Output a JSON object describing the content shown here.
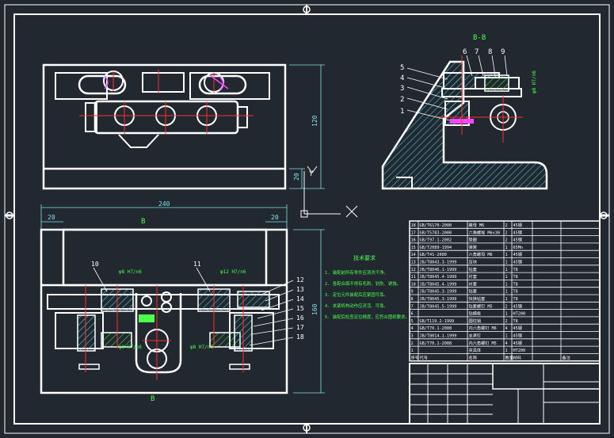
{
  "drawing": {
    "section_label": "B-B",
    "view_marks": {
      "top_left": "B",
      "bottom_left": "B"
    },
    "dimensions": {
      "overall_width": "240",
      "left_margin": "20",
      "right_margin": "20",
      "top_view_height": "120",
      "top_view_offset": "20",
      "front_view_height": "160"
    },
    "fits": {
      "left_fit_top": "φ8 H7/n6",
      "left_fit_bottom": "φ8 H7/n6",
      "right_fit_top": "φ12 H7/n6",
      "right_fit_bottom": "φ8 H7/n6"
    },
    "callouts_section": [
      "1",
      "2",
      "3",
      "4",
      "5",
      "6",
      "7",
      "8",
      "9"
    ],
    "callouts_front_left": [
      "10"
    ],
    "callouts_front_mid": [
      "11"
    ],
    "callouts_front_right": [
      "12",
      "13",
      "14",
      "15",
      "16",
      "17",
      "18"
    ],
    "tech_requirements_title": "技术要求",
    "tech_requirements": [
      "1. 装配前所有零件应清洗干净。",
      "2. 各配合面不得有毛刺、划伤、锈蚀。",
      "3. 定位元件装配后应紧固可靠。",
      "4. 夹紧机构动作应灵活、可靠。",
      "5. 装配后检查定位精度，应符合图纸要求。"
    ],
    "axis_labels": {
      "y": "Y",
      "x": "X"
    }
  },
  "bom": {
    "rows": [
      {
        "no": "18",
        "code": "GB/T6170-2000",
        "name": "螺母 M6",
        "qty": "2",
        "mat": "45钢"
      },
      {
        "no": "17",
        "code": "GB/T5783-2000",
        "name": "六角螺栓 M6x30",
        "qty": "2",
        "mat": "45钢"
      },
      {
        "no": "16",
        "code": "GB/T97.1-2002",
        "name": "垫圈",
        "qty": "2",
        "mat": "45钢"
      },
      {
        "no": "15",
        "code": "GB/T2089-1994",
        "name": "弹簧",
        "qty": "1",
        "mat": "65Mn"
      },
      {
        "no": "14",
        "code": "GB/T41-2000",
        "name": "六角螺母 M6",
        "qty": "1",
        "mat": "45钢"
      },
      {
        "no": "13",
        "code": "JB/T8043.3-1999",
        "name": "压块",
        "qty": "1",
        "mat": "45钢"
      },
      {
        "no": "12",
        "code": "JB/T8046.1-1999",
        "name": "钻套",
        "qty": "1",
        "mat": "T8"
      },
      {
        "no": "11",
        "code": "JB/T8045.4-1999",
        "name": "衬套",
        "qty": "1",
        "mat": "T8"
      },
      {
        "no": "10",
        "code": "JB/T8045.4-1999",
        "name": "衬套",
        "qty": "1",
        "mat": "T8"
      },
      {
        "no": "9",
        "code": "JB/T8045.3-1999",
        "name": "钻套",
        "qty": "1",
        "mat": "T8"
      },
      {
        "no": "8",
        "code": "JB/T8045.3-1999",
        "name": "快换钻套",
        "qty": "1",
        "mat": "T8"
      },
      {
        "no": "7",
        "code": "JB/T8045.5-1999",
        "name": "钻套螺钉 M5",
        "qty": "2",
        "mat": "45钢"
      },
      {
        "no": "6",
        "code": "",
        "name": "钻模板",
        "qty": "1",
        "mat": "HT200"
      },
      {
        "no": "5",
        "code": "GB/T119.2-1999",
        "name": "圆柱销",
        "qty": "2",
        "mat": "T8"
      },
      {
        "no": "4",
        "code": "GB/T70.1-2008",
        "name": "内六角螺钉 M6",
        "qty": "4",
        "mat": "45钢"
      },
      {
        "no": "3",
        "code": "JB/T8014.1-1999",
        "name": "支承钉",
        "qty": "1",
        "mat": "45钢"
      },
      {
        "no": "2",
        "code": "GB/T70.1-2008",
        "name": "内六角螺钉 M5",
        "qty": "4",
        "mat": "45钢"
      },
      {
        "no": "1",
        "code": "",
        "name": "夹具体",
        "qty": "1",
        "mat": "HT200"
      }
    ],
    "header": {
      "no": "序号",
      "code": "代号",
      "name": "名称",
      "qty": "数量",
      "mat": "材料",
      "note": "备注"
    }
  },
  "colors": {
    "background": "#212830",
    "outline": "#ffffff",
    "center": "#ff3030",
    "dimension": "#7ee0e8",
    "annotation": "#4cff4c",
    "hatch": "#4cc8d8",
    "magenta": "#ff44ff"
  }
}
